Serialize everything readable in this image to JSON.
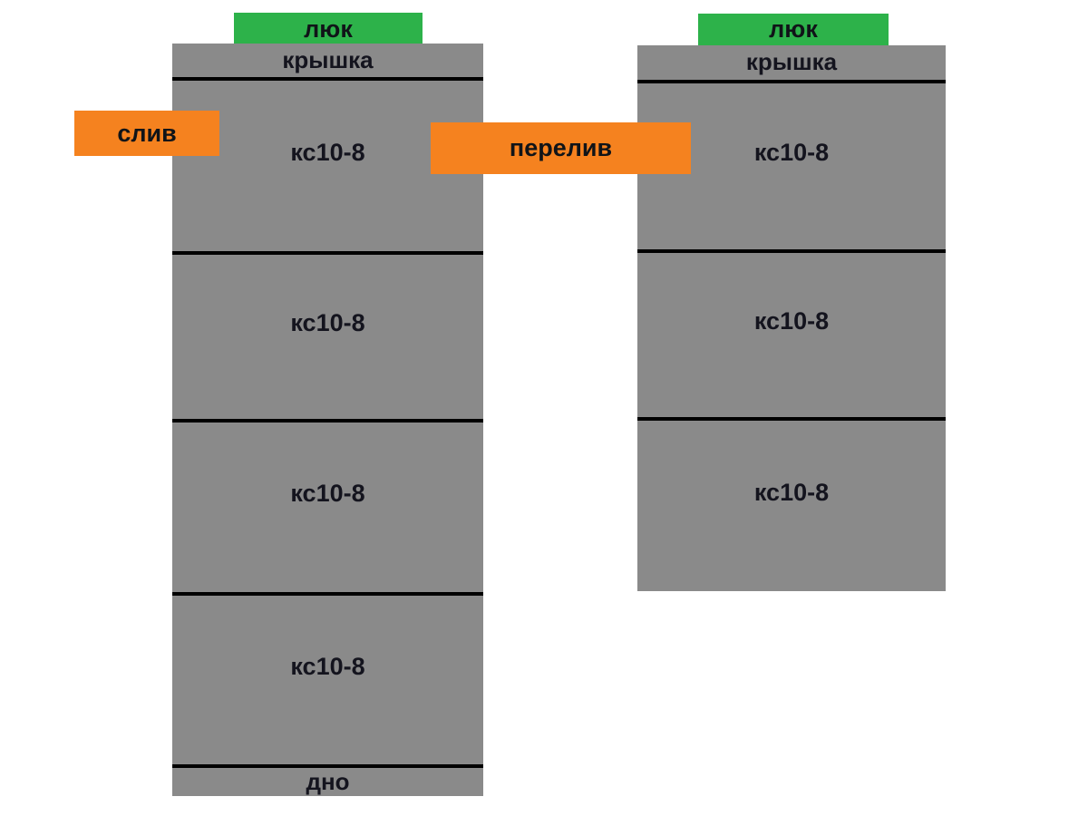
{
  "page": {
    "background": "#ffffff",
    "description_language": "ru"
  },
  "colors": {
    "ring_gray": "#8a8a8a",
    "hatch_green": "#2db24a",
    "pipe_orange": "#f5821f",
    "divider_black": "#000000",
    "text_dark": "#14141e"
  },
  "left_tank": {
    "hatch_label": "люк",
    "cover_label": "крышка",
    "drain_label": "слив",
    "rings": [
      "кс10-8",
      "кс10-8",
      "кс10-8",
      "кс10-8"
    ],
    "bottom_label": "дно"
  },
  "right_tank": {
    "hatch_label": "люк",
    "cover_label": "крышка",
    "overflow_label": "перелив",
    "rings": [
      "кс10-8",
      "кс10-8",
      "кс10-8"
    ]
  }
}
